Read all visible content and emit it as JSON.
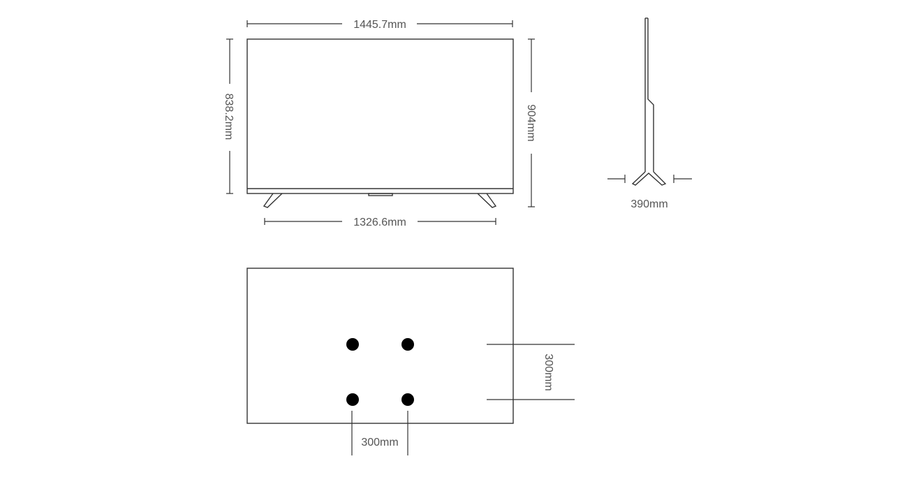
{
  "front_view": {
    "width_label": "1445.7mm",
    "screen_height_label": "838.2mm",
    "total_height_label": "904mm",
    "stand_width_label": "1326.6mm"
  },
  "side_view": {
    "depth_label": "390mm"
  },
  "back_view": {
    "vesa_horizontal_label": "300mm",
    "vesa_vertical_label": "300mm"
  },
  "colors": {
    "line": "#333333",
    "text": "#555555",
    "hole": "#000000"
  }
}
